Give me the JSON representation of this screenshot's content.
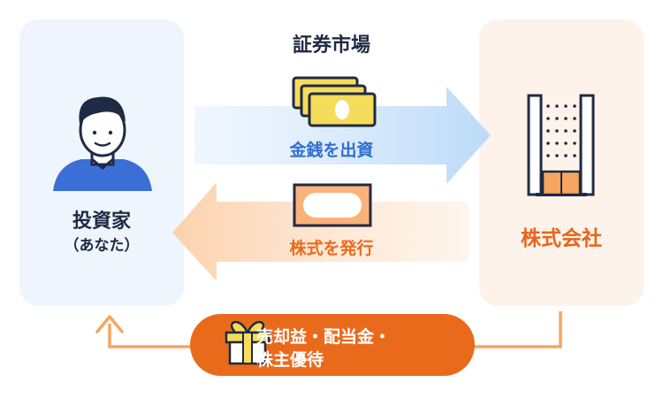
{
  "market": {
    "title": "証券市場"
  },
  "investor": {
    "name": "投資家",
    "sub": "（あなた）"
  },
  "company": {
    "name": "株式会社"
  },
  "flows": {
    "invest": "金銭を出資",
    "issue": "株式を発行",
    "return_line1": "売却益・配当金・",
    "return_line2": "株主優待"
  },
  "icons": {
    "investor": "person-icon",
    "company": "building-icon",
    "money": "banknote-stack-icon",
    "stock": "stock-certificate-icon",
    "gift": "gift-box-icon"
  },
  "colors": {
    "navy": "#1f2a44",
    "blue": "#2f6fd0",
    "orange": "#ec6a1e",
    "investor_panel": "#eef5fc",
    "company_panel": "#fdf3ea"
  }
}
